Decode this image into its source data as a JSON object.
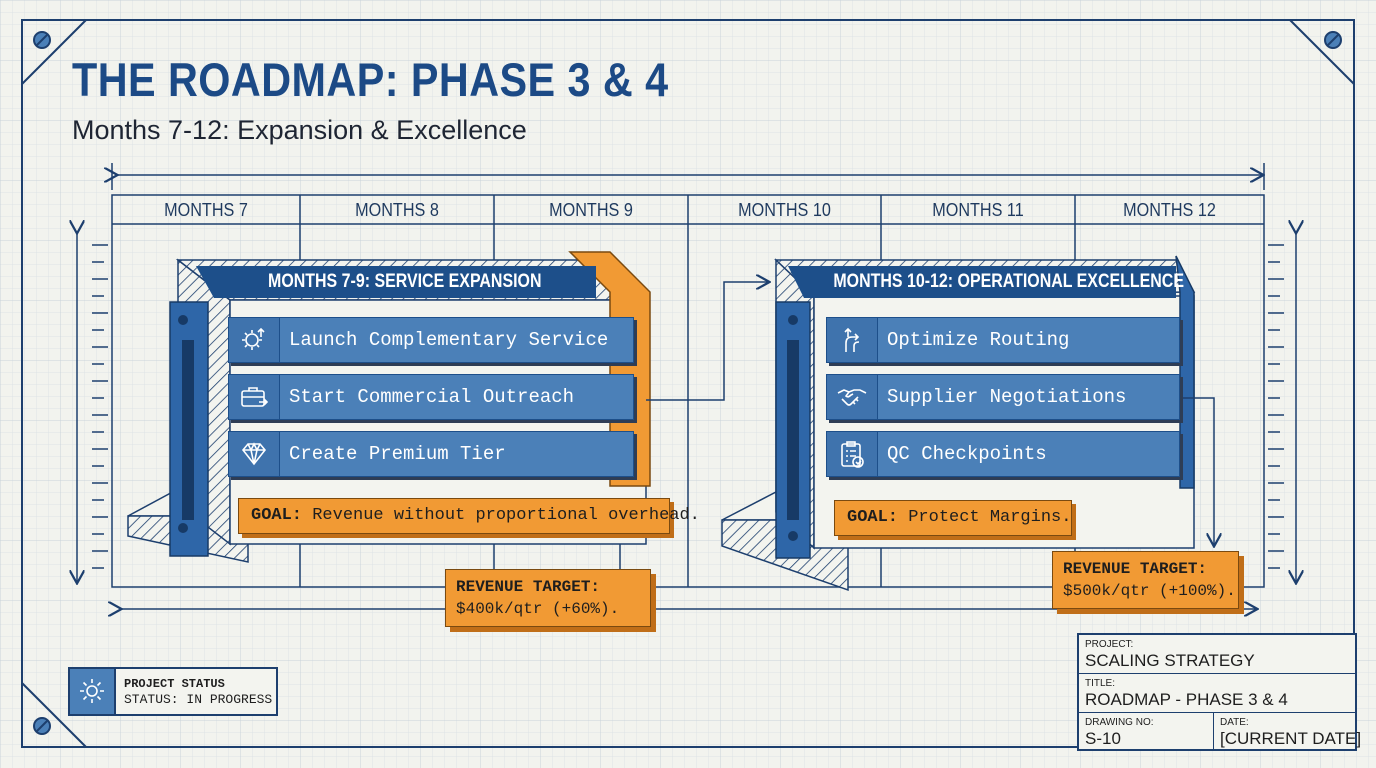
{
  "title": "THE ROADMAP: PHASE 3 & 4",
  "subtitle": "Months 7-12: Expansion & Excellence",
  "months": [
    "MONTHS 7",
    "MONTHS 8",
    "MONTHS 9",
    "MONTHS 10",
    "MONTHS 11",
    "MONTHS 12"
  ],
  "phase1": {
    "header": "MONTHS 7-9: SERVICE EXPANSION",
    "tasks": [
      {
        "label": "Launch Complementary Service",
        "icon": "gear-arrow-icon"
      },
      {
        "label": "Start Commercial Outreach",
        "icon": "briefcase-icon"
      },
      {
        "label": "Create Premium Tier",
        "icon": "diamond-icon"
      }
    ],
    "goal_label": "GOAL:",
    "goal_text": "Revenue without proportional overhead.",
    "revenue_label": "REVENUE TARGET:",
    "revenue_value": "$400k/qtr (+60%)."
  },
  "phase2": {
    "header": "MONTHS 10-12: OPERATIONAL EXCELLENCE",
    "tasks": [
      {
        "label": "Optimize Routing",
        "icon": "route-arrows-icon"
      },
      {
        "label": "Supplier Negotiations",
        "icon": "handshake-icon"
      },
      {
        "label": "QC Checkpoints",
        "icon": "clipboard-check-icon"
      }
    ],
    "goal_label": "GOAL:",
    "goal_text": "Protect Margins.",
    "revenue_label": "REVENUE TARGET:",
    "revenue_value": "$500k/qtr (+100%)."
  },
  "status": {
    "heading": "PROJECT STATUS",
    "value": "STATUS: IN PROGRESS",
    "icon": "gear-icon"
  },
  "title_block": {
    "project_label": "PROJECT:",
    "project_value": "SCALING STRATEGY",
    "title_label": "TITLE:",
    "title_value": "ROADMAP - PHASE 3 & 4",
    "drawing_label": "DRAWING NO:",
    "drawing_value": "S-10",
    "date_label": "DATE:",
    "date_value": "[CURRENT DATE]"
  },
  "colors": {
    "blueprint_blue": "#1c4a86",
    "task_blue": "#4b80b8",
    "orange": "#f19a34",
    "grid": "#d4dde3",
    "background": "#f2f3ee"
  }
}
